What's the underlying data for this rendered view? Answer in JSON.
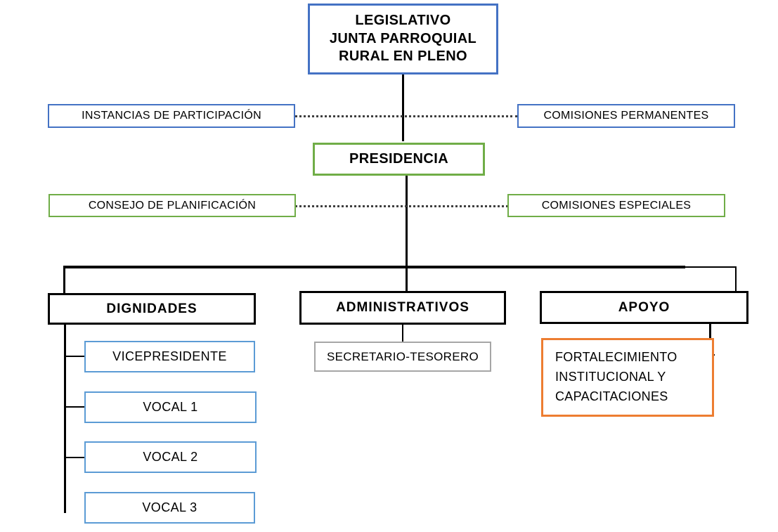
{
  "diagram": {
    "title": "Organigrama Junta Parroquial Rural",
    "colors": {
      "blue_dark": "#4472C4",
      "blue_light": "#5B9BD5",
      "green": "#70AD47",
      "orange": "#ED7D31",
      "gray": "#A6A6A6",
      "black": "#000000"
    }
  },
  "nodes": {
    "legislativo": {
      "label": "LEGISLATIVO\nJUNTA PARROQUIAL\nRURAL EN PLENO"
    },
    "instancias_participacion": {
      "label": "INSTANCIAS  DE PARTICIPACIÓN"
    },
    "comisiones_permanentes": {
      "label": "COMISIONES  PERMANENTES"
    },
    "presidencia": {
      "label": "PRESIDENCIA"
    },
    "consejo_planificacion": {
      "label": "CONSEJO DE PLANIFICACIÓN"
    },
    "comisiones_especiales": {
      "label": "COMISIONES  ESPECIALES"
    },
    "dignidades": {
      "label": "DIGNIDADES"
    },
    "administrativos": {
      "label": "ADMINISTRATIVOS"
    },
    "apoyo": {
      "label": "APOYO"
    },
    "vicepresidente": {
      "label": "VICEPRESIDENTE"
    },
    "vocal_1": {
      "label": "VOCAL 1"
    },
    "vocal_2": {
      "label": "VOCAL 2"
    },
    "vocal_3": {
      "label": "VOCAL 3"
    },
    "secretario_tesorero": {
      "label": "SECRETARIO-TESORERO"
    },
    "fortalecimiento": {
      "label": "FORTALECIMIENTO\nINSTITUCIONAL   Y\nCAPACITACIONES"
    }
  }
}
